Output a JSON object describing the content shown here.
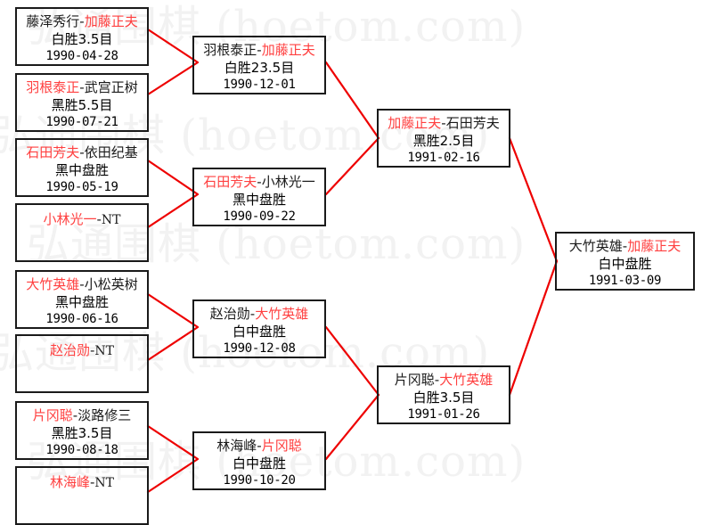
{
  "diagram": {
    "kind": "single-elimination-bracket",
    "sport": "go",
    "accent_win_color": "#ff4040",
    "connector_color": "#ee0000",
    "box_border_color": "#1a1a1a",
    "background_color": "#ffffff",
    "watermark_color": "#f2f2f2"
  },
  "watermark": {
    "text": "弘通围棋 (hoetom.com)",
    "rows": [
      "弘通围棋 (hoetom.com)",
      "弘通围棋 (hoetom.com)",
      "弘通围棋 (hoetom.com)",
      "弘通围棋 (hoetom.com)",
      "弘通围棋 (hoetom.com)"
    ]
  },
  "rounds": [
    {
      "name": "round-1",
      "matches": [
        {
          "id": "r1m1",
          "winner": "加藤正夫",
          "loser": "藤泽秀行",
          "winner_first": false,
          "left_player": "藤泽秀行",
          "right_player": "加藤正夫",
          "separator": "-",
          "result": "白胜3.5目",
          "date": "1990-04-28",
          "bye": false
        },
        {
          "id": "r1m2",
          "winner": "羽根泰正",
          "loser": "武宫正树",
          "winner_first": true,
          "left_player": "羽根泰正",
          "right_player": "武宫正树",
          "separator": "-",
          "result": "黑胜5.5目",
          "date": "1990-07-21",
          "bye": false
        },
        {
          "id": "r1m3",
          "winner": "石田芳夫",
          "loser": "依田纪基",
          "winner_first": true,
          "left_player": "石田芳夫",
          "right_player": "依田纪基",
          "separator": "-",
          "result": "黑中盘胜",
          "date": "1990-05-19",
          "bye": false
        },
        {
          "id": "r1m4",
          "winner": "小林光一",
          "loser": "NT",
          "winner_first": true,
          "left_player": "小林光一",
          "right_player": "NT",
          "separator": "-",
          "result": "",
          "date": "",
          "bye": true
        },
        {
          "id": "r1m5",
          "winner": "大竹英雄",
          "loser": "小松英树",
          "winner_first": true,
          "left_player": "大竹英雄",
          "right_player": "小松英树",
          "separator": "-",
          "result": "黑中盘胜",
          "date": "1990-06-16",
          "bye": false
        },
        {
          "id": "r1m6",
          "winner": "赵治勋",
          "loser": "NT",
          "winner_first": true,
          "left_player": "赵治勋",
          "right_player": "NT",
          "separator": "-",
          "result": "",
          "date": "",
          "bye": true
        },
        {
          "id": "r1m7",
          "winner": "片冈聪",
          "loser": "淡路修三",
          "winner_first": true,
          "left_player": "片冈聪",
          "right_player": "淡路修三",
          "separator": "-",
          "result": "黑胜3.5目",
          "date": "1990-08-18",
          "bye": false
        },
        {
          "id": "r1m8",
          "winner": "林海峰",
          "loser": "NT",
          "winner_first": true,
          "left_player": "林海峰",
          "right_player": "NT",
          "separator": "-",
          "result": "",
          "date": "",
          "bye": true
        }
      ]
    },
    {
      "name": "round-2",
      "matches": [
        {
          "id": "r2m1",
          "winner": "加藤正夫",
          "loser": "羽根泰正",
          "winner_first": false,
          "left_player": "羽根泰正",
          "right_player": "加藤正夫",
          "separator": "-",
          "result": "白胜23.5目",
          "date": "1990-12-01",
          "bye": false
        },
        {
          "id": "r2m2",
          "winner": "石田芳夫",
          "loser": "小林光一",
          "winner_first": true,
          "left_player": "石田芳夫",
          "right_player": "小林光一",
          "separator": "-",
          "result": "黑中盘胜",
          "date": "1990-09-22",
          "bye": false
        },
        {
          "id": "r2m3",
          "winner": "大竹英雄",
          "loser": "赵治勋",
          "winner_first": false,
          "left_player": "赵治勋",
          "right_player": "大竹英雄",
          "separator": "-",
          "result": "白中盘胜",
          "date": "1990-12-08",
          "bye": false
        },
        {
          "id": "r2m4",
          "winner": "片冈聪",
          "loser": "林海峰",
          "winner_first": false,
          "left_player": "林海峰",
          "right_player": "片冈聪",
          "separator": "-",
          "result": "白中盘胜",
          "date": "1990-10-20",
          "bye": false
        }
      ]
    },
    {
      "name": "semifinal",
      "matches": [
        {
          "id": "sf1",
          "winner": "加藤正夫",
          "loser": "石田芳夫",
          "winner_first": true,
          "left_player": "加藤正夫",
          "right_player": "石田芳夫",
          "separator": "-",
          "result": "黑胜2.5目",
          "date": "1991-02-16",
          "bye": false
        },
        {
          "id": "sf2",
          "winner": "大竹英雄",
          "loser": "片冈聪",
          "winner_first": false,
          "left_player": "片冈聪",
          "right_player": "大竹英雄",
          "separator": "-",
          "result": "白胜3.5目",
          "date": "1991-01-26",
          "bye": false
        }
      ]
    },
    {
      "name": "final",
      "matches": [
        {
          "id": "final1",
          "winner": "加藤正夫",
          "loser": "大竹英雄",
          "winner_first": false,
          "left_player": "大竹英雄",
          "right_player": "加藤正夫",
          "separator": "-",
          "result": "白中盘胜",
          "date": "1991-03-09",
          "bye": false
        }
      ]
    }
  ]
}
